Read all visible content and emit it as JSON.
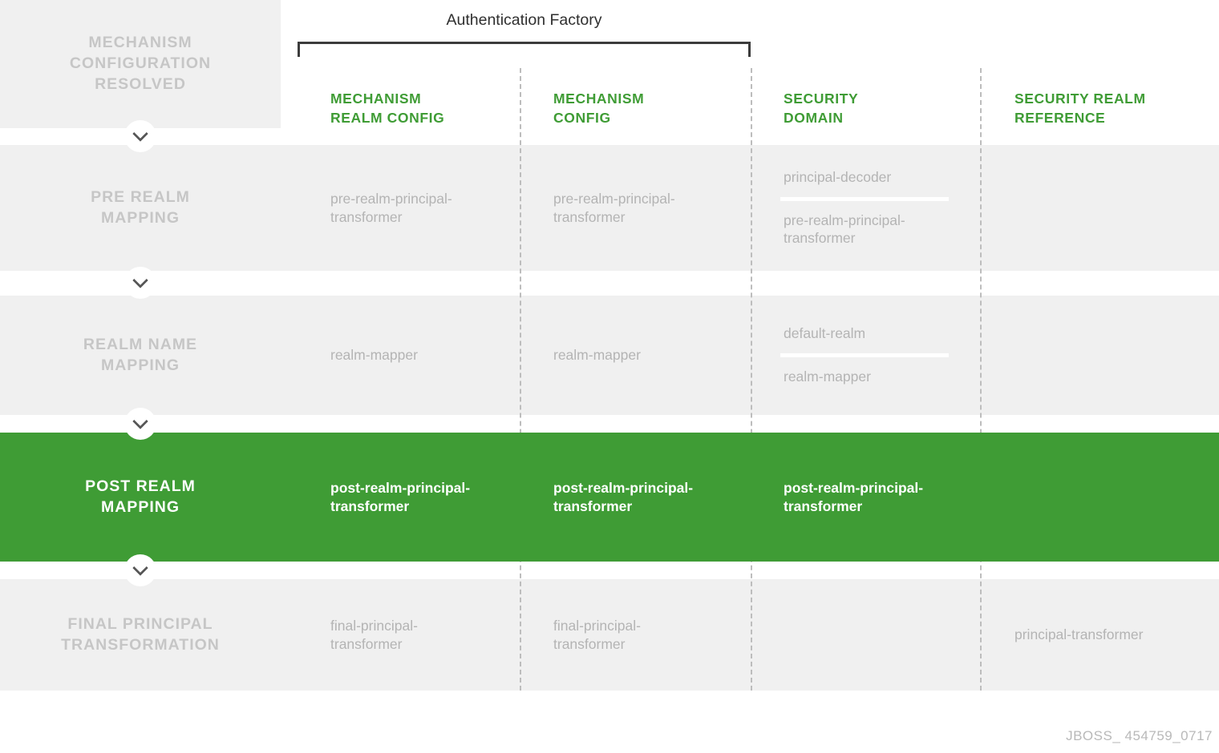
{
  "diagram": {
    "title": "Authentication Factory",
    "resolved_box": "MECHANISM\nCONFIGURATION\nRESOLVED",
    "watermark": "JBOSS_ 454759_0717",
    "columns": [
      "MECHANISM\nREALM CONFIG",
      "MECHANISM\nCONFIG",
      "SECURITY\nDOMAIN",
      "SECURITY REALM\nREFERENCE"
    ],
    "rows": [
      {
        "label": "PRE REALM\nMAPPING",
        "highlighted": false,
        "mechanism_realm_config": "pre-realm-principal-\ntransformer",
        "mechanism_config": "pre-realm-principal-\ntransformer",
        "security_domain": [
          "principal-decoder",
          "pre-realm-principal-\ntransformer"
        ]
      },
      {
        "label": "REALM NAME\nMAPPING",
        "highlighted": false,
        "mechanism_realm_config": "realm-mapper",
        "mechanism_config": "realm-mapper",
        "security_domain": [
          "default-realm",
          "realm-mapper"
        ]
      },
      {
        "label": "POST REALM\nMAPPING",
        "highlighted": true,
        "mechanism_realm_config": "post-realm-principal-\ntransformer",
        "mechanism_config": "post-realm-principal-\ntransformer",
        "security_domain_single": "post-realm-principal-\ntransformer"
      },
      {
        "label": "FINAL PRINCIPAL\nTRANSFORMATION",
        "highlighted": false,
        "mechanism_realm_config": "final-principal-\ntransformer",
        "mechanism_config": "final-principal-\ntransformer",
        "security_realm_reference": "principal-transformer"
      }
    ],
    "colors": {
      "highlight_green": "#3f9c35",
      "band_gray": "#f0f0f0",
      "muted_label_gray": "#c6c6c6",
      "muted_cell_gray": "#b4b4b4",
      "bracket_dark": "#3c3c3c"
    }
  }
}
